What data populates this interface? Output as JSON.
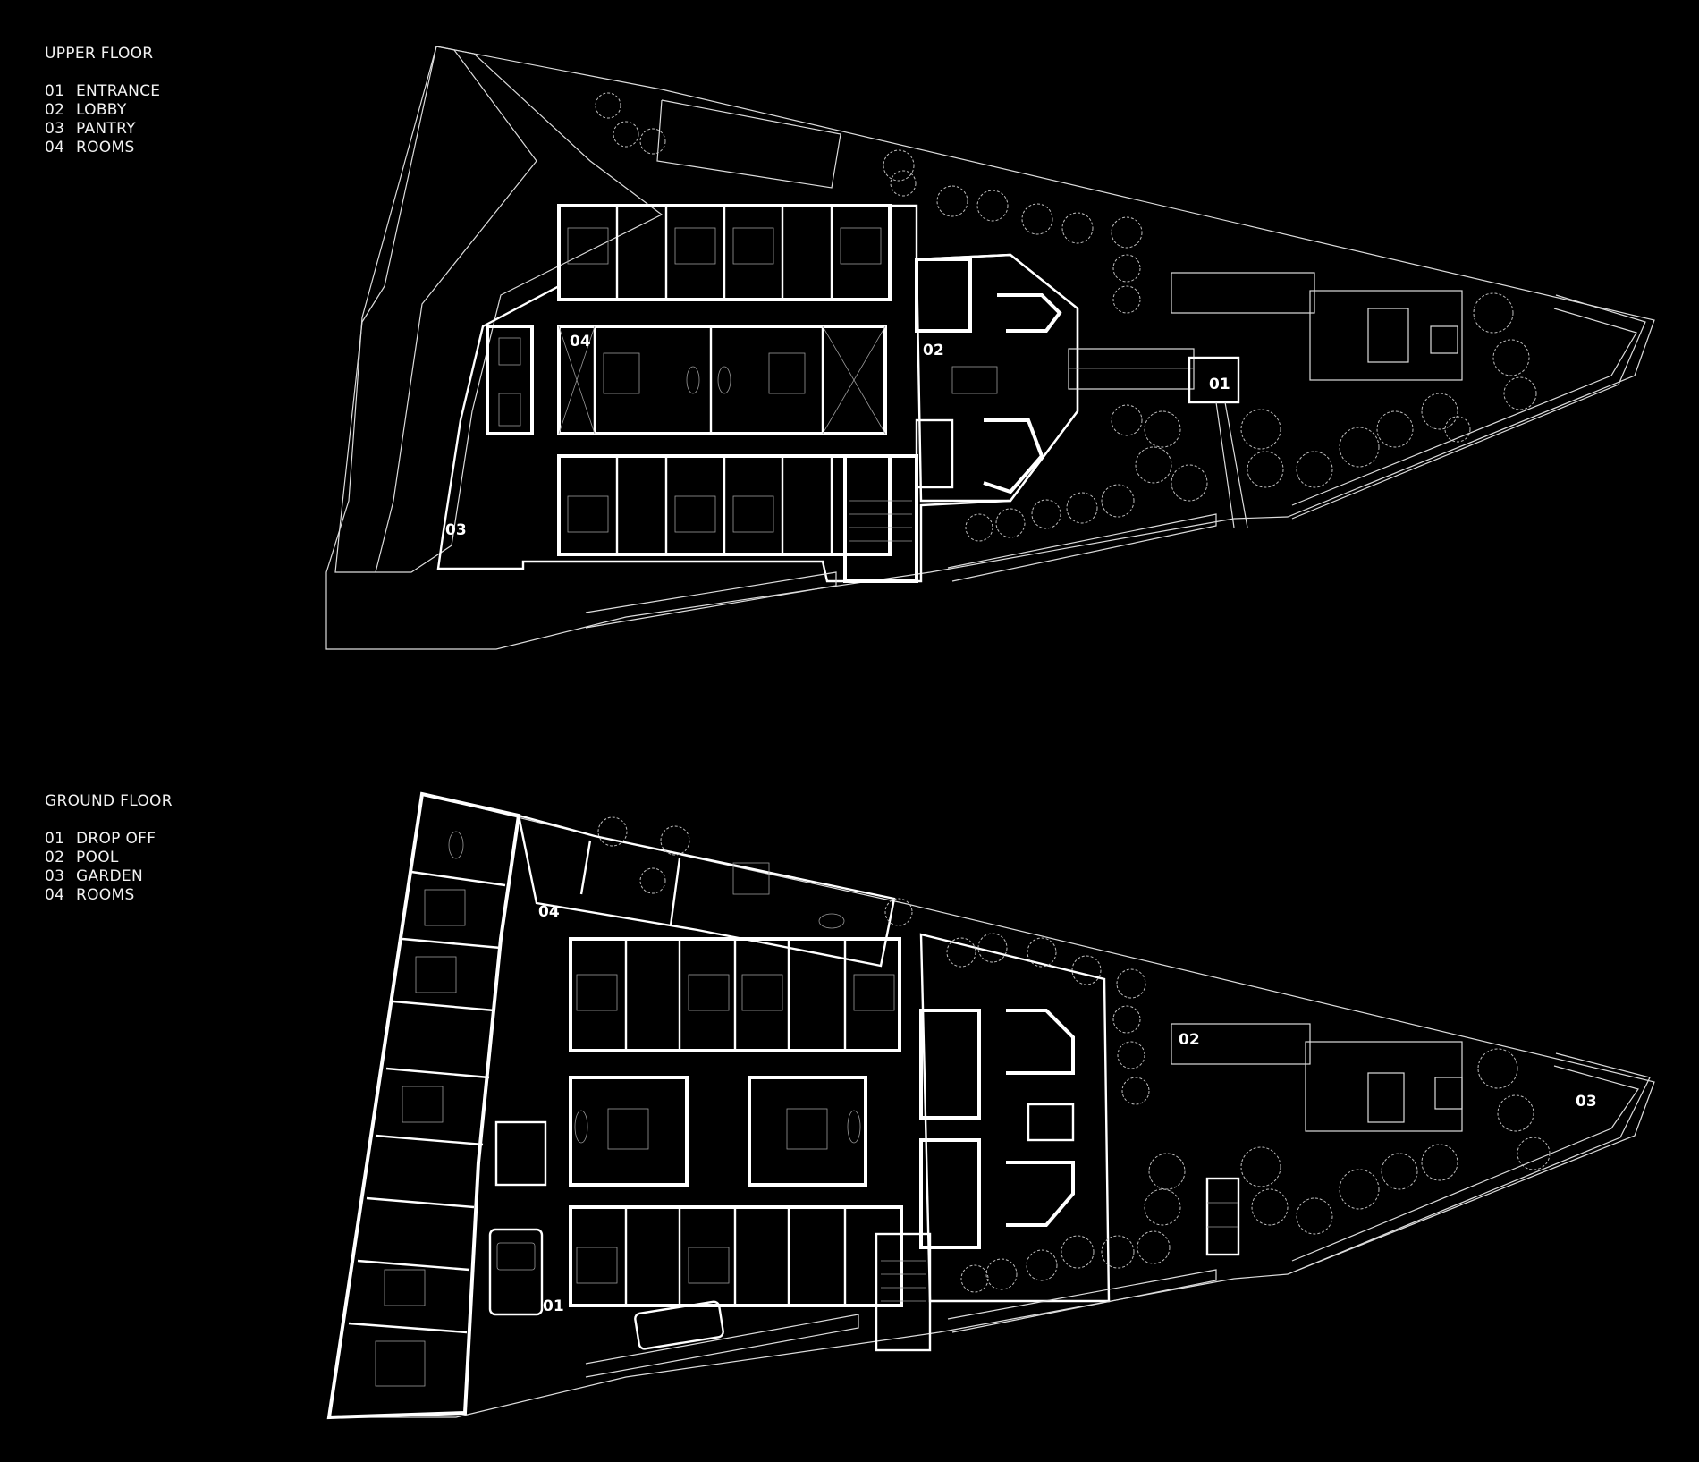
{
  "upper_floor": {
    "title": "UPPER FLOOR",
    "legend": [
      {
        "num": "01",
        "label": "ENTRANCE"
      },
      {
        "num": "02",
        "label": "LOBBY"
      },
      {
        "num": "03",
        "label": "PANTRY"
      },
      {
        "num": "04",
        "label": "ROOMS"
      }
    ],
    "plan_labels": {
      "entrance": "01",
      "lobby": "02",
      "pantry": "03",
      "rooms": "04"
    }
  },
  "ground_floor": {
    "title": "GROUND FLOOR",
    "legend": [
      {
        "num": "01",
        "label": "DROP OFF"
      },
      {
        "num": "02",
        "label": "POOL"
      },
      {
        "num": "03",
        "label": "GARDEN"
      },
      {
        "num": "04",
        "label": "ROOMS"
      }
    ],
    "plan_labels": {
      "drop_off": "01",
      "pool": "02",
      "garden": "03",
      "rooms": "04"
    }
  },
  "colors": {
    "background": "#000000",
    "line": "#ffffff"
  }
}
